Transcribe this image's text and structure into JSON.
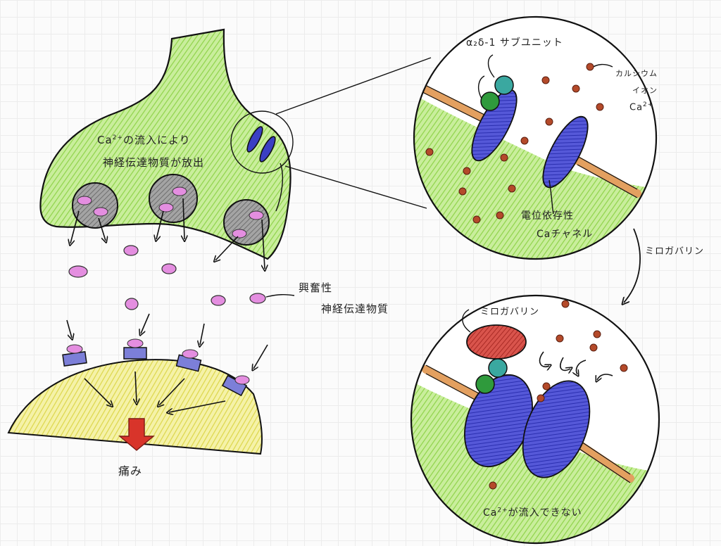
{
  "labels": {
    "release_line1_ion": "Ca",
    "release_line1_charge": "2+",
    "release_line1_rest": "の流入により",
    "release_line2": "神経伝達物質が放出",
    "excitatory_line1": "興奮性",
    "excitatory_line2": "神経伝達物質",
    "pain": "痛み",
    "subunit": "α₂δ-1 サブユニット",
    "calcium_line1": "カルシウム",
    "calcium_line2": "イオン",
    "calcium_ion": "Ca",
    "calcium_charge": "2+",
    "channel_line1": "電位依存性",
    "channel_line2": "Caチャネル",
    "arrow_drug": "ミロガバリン",
    "drug_label": "ミロガバリン",
    "blocked_ion": "Ca",
    "blocked_charge": "2+",
    "blocked_rest": "が流入できない"
  },
  "colors": {
    "terminal_green": "#a8de6a",
    "postsynaptic_yellow": "#ece76a",
    "vesicle_gray": "#8a8a8a",
    "neurotransmitter_pink": "#e48ee0",
    "channel_blue": "#3b3fc4",
    "receptor_purple": "#7c7fd8",
    "calcium_brown": "#b44a2a",
    "subunit_teal": "#3aa8a0",
    "subunit_green": "#2f9a3c",
    "drug_red": "#c23a34",
    "membrane_orange": "#e3a060",
    "pain_arrow_red": "#d8342a"
  }
}
